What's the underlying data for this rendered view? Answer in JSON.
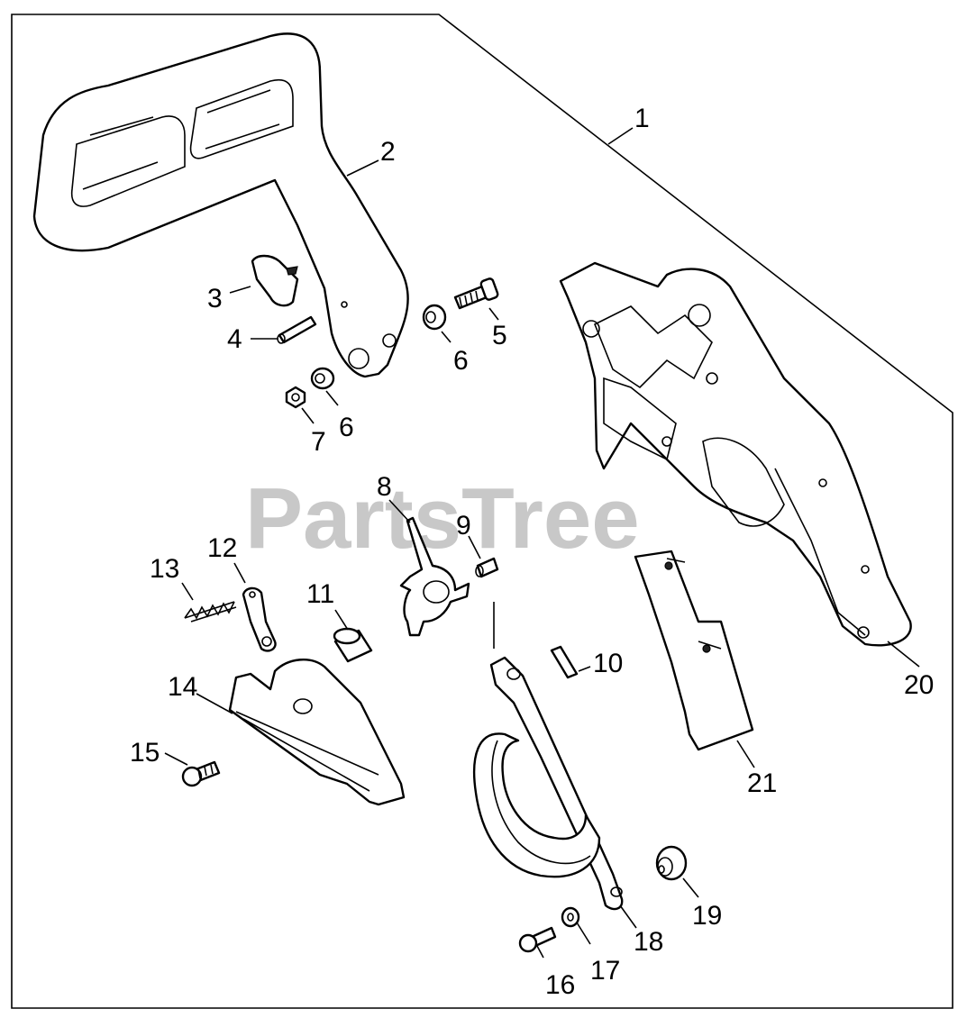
{
  "watermark": "PartsTree",
  "callouts": {
    "c1": "1",
    "c2": "2",
    "c3": "3",
    "c4": "4",
    "c5": "5",
    "c6a": "6",
    "c6b": "6",
    "c7": "7",
    "c8": "8",
    "c9": "9",
    "c10": "10",
    "c11": "11",
    "c12": "12",
    "c13": "13",
    "c14": "14",
    "c15": "15",
    "c16": "16",
    "c17": "17",
    "c18": "18",
    "c19": "19",
    "c20": "20",
    "c21": "21"
  },
  "colors": {
    "line": "#000000",
    "watermark": "#c8c8c8",
    "background": "#ffffff"
  }
}
